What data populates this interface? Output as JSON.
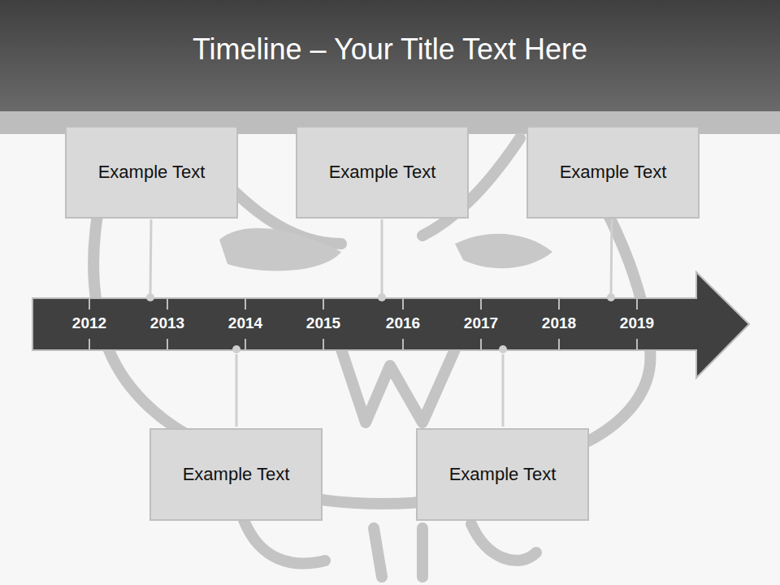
{
  "diagram": {
    "title": "Timeline – Your Title Text Here",
    "nodes": [
      {
        "text": [
          "Example Text"
        ]
      },
      {
        "text": [
          "Example Text"
        ]
      },
      {
        "text": [
          "Example Text"
        ]
      },
      {
        "text": [
          "Example Text"
        ]
      },
      {
        "text": [
          "Example Text"
        ]
      }
    ],
    "labels": [
      "2012",
      "2013",
      "2014",
      "2015",
      "2016",
      "2017",
      "2018",
      "2019"
    ]
  }
}
